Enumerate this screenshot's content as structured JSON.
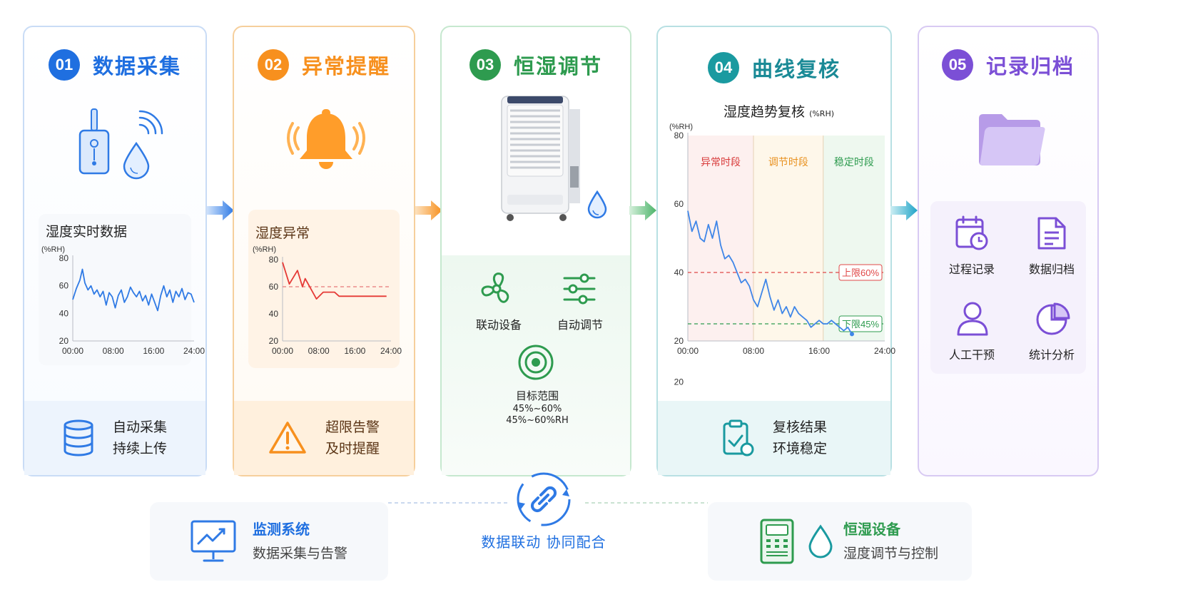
{
  "steps": [
    {
      "num": "01",
      "title": "数据采集",
      "color": "#1f6fe0",
      "chart_title": "湿度实时数据",
      "unit": "(%RH)",
      "footer": [
        "自动采集",
        "持续上传"
      ]
    },
    {
      "num": "02",
      "title": "异常提醒",
      "color": "#f7901e",
      "chart_title": "湿度异常",
      "unit": "(%RH)",
      "footer": [
        "超限告警",
        "及时提醒"
      ]
    },
    {
      "num": "03",
      "title": "恒湿调节",
      "color": "#2e9b4f",
      "items": [
        "联动设备",
        "自动调节"
      ],
      "target_label": "目标范围",
      "target_range1": "45%~60%",
      "target_range2": "45%~60%RH"
    },
    {
      "num": "04",
      "title": "曲线复核",
      "color": "#1a9aa0",
      "chart_title": "湿度趋势复核",
      "chart_title_unit": "(%RH)",
      "unit": "(%RH)",
      "zones": [
        "异常时段",
        "调节时段",
        "稳定时段"
      ],
      "upper_label": "上限60%",
      "lower_label": "下限45%",
      "footer": [
        "复核结果",
        "环境稳定"
      ]
    },
    {
      "num": "05",
      "title": "记录归档",
      "color": "#7b4fd6",
      "items": [
        "过程记录",
        "数据归档",
        "人工干预",
        "统计分析"
      ]
    }
  ],
  "chart_data": [
    {
      "type": "line",
      "title": "湿度实时数据",
      "ylabel": "(%RH)",
      "x_ticks": [
        "00:00",
        "08:00",
        "16:00",
        "24:00"
      ],
      "y_ticks": [
        80,
        60,
        40,
        20
      ],
      "ylim": [
        20,
        80
      ],
      "xlim": [
        0,
        24
      ],
      "series": [
        {
          "values": [
            [
              0,
              50
            ],
            [
              0.7,
              58
            ],
            [
              1.4,
              64
            ],
            [
              1.9,
              72
            ],
            [
              2.4,
              62
            ],
            [
              3,
              57
            ],
            [
              3.6,
              60
            ],
            [
              4.2,
              54
            ],
            [
              4.8,
              57
            ],
            [
              5.4,
              52
            ],
            [
              6,
              56
            ],
            [
              6.6,
              46
            ],
            [
              7.2,
              55
            ],
            [
              7.8,
              52
            ],
            [
              8.4,
              44
            ],
            [
              9,
              53
            ],
            [
              9.6,
              57
            ],
            [
              10.2,
              48
            ],
            [
              10.8,
              52
            ],
            [
              11.4,
              59
            ],
            [
              12,
              55
            ],
            [
              12.6,
              52
            ],
            [
              13.2,
              56
            ],
            [
              13.8,
              49
            ],
            [
              14.4,
              53
            ],
            [
              15,
              46
            ],
            [
              15.6,
              54
            ],
            [
              16.2,
              48
            ],
            [
              16.8,
              42
            ],
            [
              17.4,
              53
            ],
            [
              18,
              60
            ],
            [
              18.6,
              52
            ],
            [
              19.2,
              57
            ],
            [
              19.8,
              48
            ],
            [
              20.4,
              56
            ],
            [
              21,
              52
            ],
            [
              21.6,
              58
            ],
            [
              22.2,
              50
            ],
            [
              22.8,
              55
            ],
            [
              23.4,
              54
            ],
            [
              24,
              48
            ]
          ]
        }
      ]
    },
    {
      "type": "line",
      "title": "湿度异常",
      "ylabel": "(%RH)",
      "x_ticks": [
        "00:00",
        "08:00",
        "16:00",
        "24:00"
      ],
      "y_ticks": [
        80,
        60,
        40,
        20
      ],
      "ylim": [
        20,
        80
      ],
      "xlim": [
        0,
        24
      ],
      "threshold": 60,
      "series": [
        {
          "values": [
            [
              0,
              78
            ],
            [
              1.5,
              62
            ],
            [
              3.3,
              72
            ],
            [
              4.4,
              60
            ],
            [
              5,
              66
            ],
            [
              7.5,
              51
            ],
            [
              9,
              56
            ],
            [
              11.5,
              56
            ],
            [
              12.5,
              53
            ],
            [
              23,
              53
            ]
          ]
        }
      ]
    },
    {
      "type": "line",
      "title": "湿度趋势复核",
      "ylabel": "(%RH)",
      "x_ticks": [
        "00:00",
        "08:00",
        "16:00",
        "24:00"
      ],
      "y_ticks": [
        80,
        60,
        40,
        20,
        20
      ],
      "ylim": [
        20,
        80
      ],
      "xlim": [
        0,
        24
      ],
      "upper": 60,
      "lower": 45,
      "series": [
        {
          "values": [
            [
              0,
              58
            ],
            [
              0.5,
              52
            ],
            [
              1,
              55
            ],
            [
              1.5,
              50
            ],
            [
              2,
              49
            ],
            [
              2.5,
              54
            ],
            [
              3,
              50
            ],
            [
              3.5,
              55
            ],
            [
              4,
              48
            ],
            [
              4.5,
              44
            ],
            [
              5,
              45
            ],
            [
              5.5,
              43
            ],
            [
              6,
              40
            ],
            [
              6.5,
              37
            ],
            [
              7,
              38
            ],
            [
              7.5,
              36
            ],
            [
              8,
              32
            ],
            [
              8.5,
              30
            ],
            [
              9,
              34
            ],
            [
              9.5,
              38
            ],
            [
              10,
              33
            ],
            [
              10.5,
              29
            ],
            [
              11,
              32
            ],
            [
              11.5,
              28
            ],
            [
              12,
              30
            ],
            [
              12.5,
              27
            ],
            [
              13,
              30
            ],
            [
              13.5,
              28
            ],
            [
              14,
              27
            ],
            [
              14.5,
              26
            ],
            [
              15,
              24
            ],
            [
              15.5,
              25
            ],
            [
              16,
              26
            ],
            [
              16.5,
              25
            ],
            [
              17,
              25
            ],
            [
              17.5,
              26
            ],
            [
              18,
              25
            ],
            [
              18.5,
              24
            ],
            [
              19,
              23
            ],
            [
              19.5,
              24
            ],
            [
              20,
              22
            ]
          ]
        }
      ]
    }
  ],
  "bottom": {
    "left": {
      "title": "监测系统",
      "sub": "数据采集与告警"
    },
    "center": "数据联动 协同配合",
    "right": {
      "title": "恒湿设备",
      "sub": "湿度调节与控制"
    }
  }
}
